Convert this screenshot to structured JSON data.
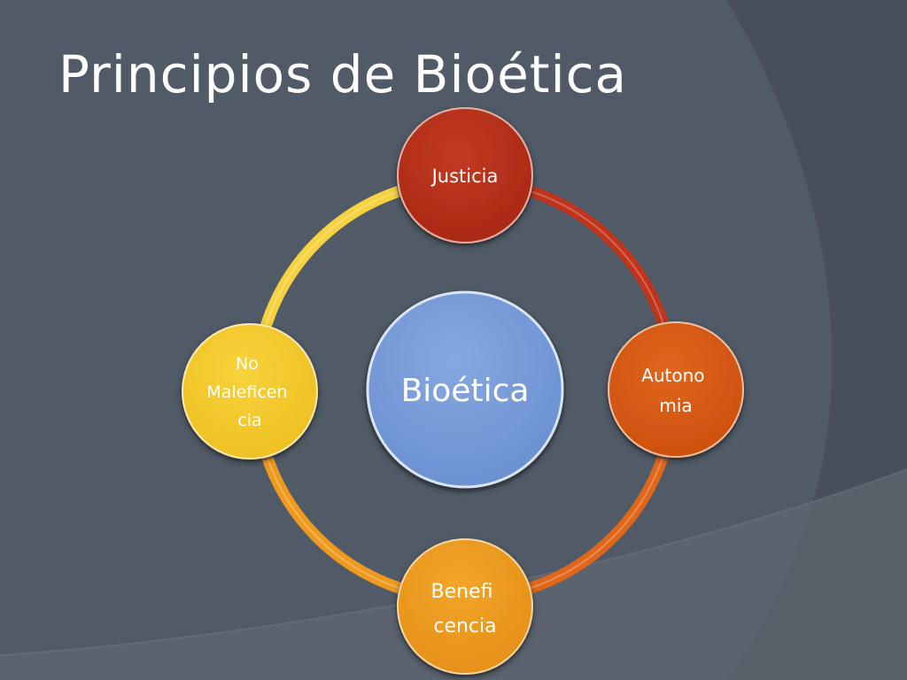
{
  "slide": {
    "title": "Principios de Bioética"
  },
  "diagram": {
    "center": {
      "label": "Bioética",
      "color": "#7398d6"
    },
    "nodes": [
      {
        "id": "justicia",
        "lines": [
          "Justicia"
        ],
        "color": "#b3301b"
      },
      {
        "id": "autonomia",
        "lines": [
          "Autono",
          "mia"
        ],
        "color": "#d65a14"
      },
      {
        "id": "beneficencia",
        "lines": [
          "Benefi",
          "cencia"
        ],
        "color": "#ee9a1f"
      },
      {
        "id": "no-maleficencia",
        "lines": [
          "No",
          "Maleficen",
          "cia"
        ],
        "color": "#f2c82c"
      }
    ],
    "arc_colors": {
      "justicia_to_autonomia": "#c0341c",
      "autonomia_to_beneficencia": "#e0661a",
      "beneficencia_to_no_maleficencia": "#ee9a1f",
      "no_maleficencia_to_justicia": "#f6d240"
    },
    "background_color": "#505a66"
  }
}
